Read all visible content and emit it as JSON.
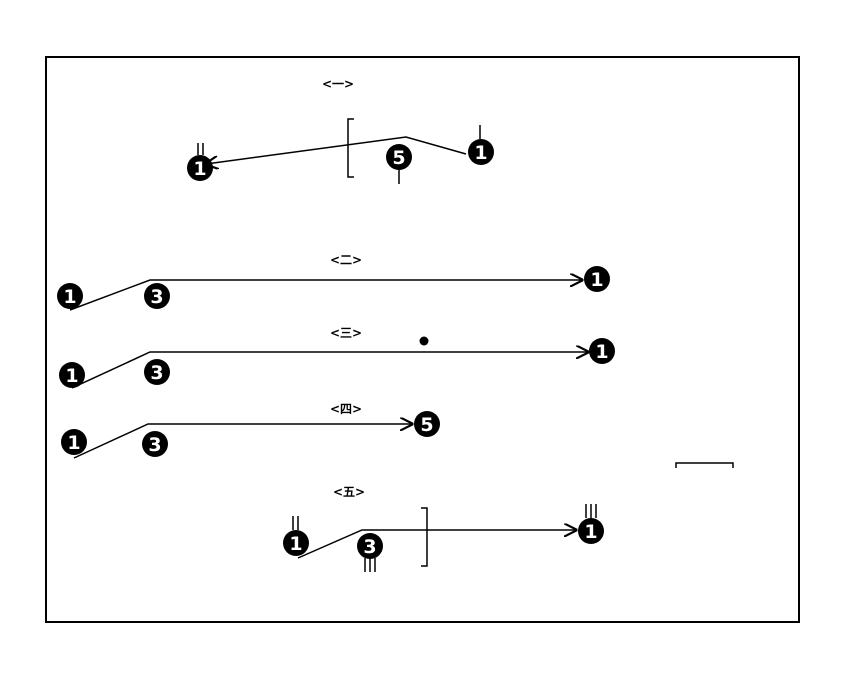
{
  "sections": [
    {
      "label": "<一>",
      "start_num": "1",
      "mid_num": "5",
      "end_num": "1"
    },
    {
      "label": "<二>",
      "start_num": "1",
      "mid_num": "3",
      "end_num": "1"
    },
    {
      "label": "<三>",
      "start_num": "1",
      "mid_num": "3",
      "end_num": "1"
    },
    {
      "label": "<四>",
      "start_num": "1",
      "mid_num": "3",
      "end_num": "5"
    },
    {
      "label": "<五>",
      "start_num": "1",
      "mid_num": "3",
      "end_num": "1"
    }
  ],
  "colors": {
    "ink": "#000000",
    "paper": "#ffffff"
  }
}
